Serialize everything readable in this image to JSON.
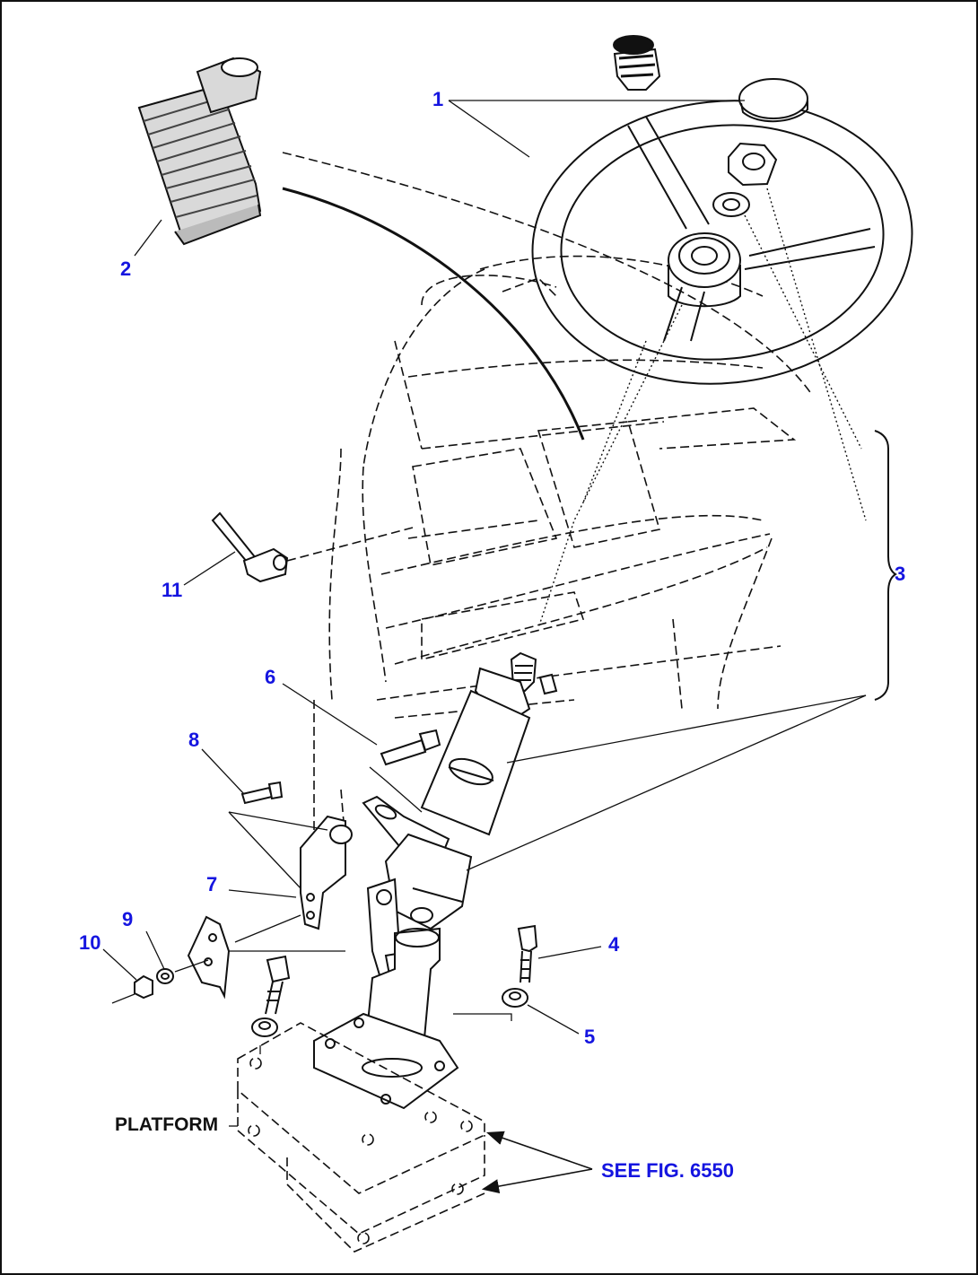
{
  "callouts": {
    "c1": "1",
    "c2": "2",
    "c3": "3",
    "c4": "4",
    "c5": "5",
    "c6": "6",
    "c7": "7",
    "c8": "8",
    "c9": "9",
    "c10": "10",
    "c11": "11"
  },
  "labels": {
    "platform": "PLATFORM",
    "see_fig": "SEE FIG. 6550"
  },
  "colors": {
    "callout": "#1515e0",
    "ink": "#111111"
  }
}
